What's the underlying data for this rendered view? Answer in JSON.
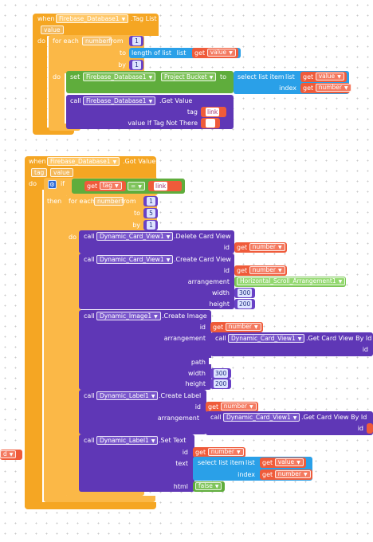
{
  "colors": {
    "event": "#f5a623",
    "control": "#fbb847",
    "component": "#5f37b6",
    "list": "#2aa0e8",
    "variable": "#ef5b3a",
    "logic": "#5fad3c"
  },
  "block1": {
    "when": "when",
    "component": "Firebase_Database1",
    "event": ".Tag List",
    "param": "value",
    "do": "do",
    "foreach": {
      "label": "for each",
      "var": "number",
      "from": "from",
      "from_val": "1",
      "to": "to",
      "by": "by",
      "by_val": "1"
    },
    "length": {
      "label": "length of list",
      "list": "list",
      "get": "get",
      "var": "value"
    },
    "set": {
      "set": "set",
      "component": "Firebase_Database1",
      "prop": "Project Bucket",
      "to": "to"
    },
    "select": {
      "label": "select list item",
      "list": "list",
      "get1": "get",
      "var1": "value",
      "index": "index",
      "get2": "get",
      "var2": "number"
    },
    "call": {
      "call": "call",
      "component": "Firebase_Database1",
      "method": ".Get Value",
      "tag": "tag",
      "tag_val": "link",
      "vit": "value If Tag Not There",
      "vit_val": " "
    }
  },
  "block2": {
    "when": "when",
    "component": "Firebase_Database1",
    "event": ".Got Value",
    "p1": "tag",
    "p2": "value",
    "do": "do",
    "if": "if",
    "then": "then",
    "cmp": {
      "get": "get",
      "var": "tag",
      "op": "=",
      "str": "link"
    },
    "foreach": {
      "label": "for each",
      "var": "number",
      "from": "from",
      "from_val": "1",
      "to": "to",
      "to_val": "5",
      "by": "by",
      "by_val": "1"
    },
    "delete": {
      "call": "call",
      "component": "Dynamic_Card_View1",
      "method": ".Delete Card View",
      "id": "id",
      "get": "get",
      "var": "number"
    },
    "create_card": {
      "call": "call",
      "component": "Dynamic_Card_View1",
      "method": ".Create Card View",
      "id": "id",
      "get": "get",
      "var": "number",
      "arrangement": "arrangement",
      "arr_val": "Horizontal_Scroll_Arrangement1",
      "width": "width",
      "width_val": "300",
      "height": "height",
      "height_val": "200"
    },
    "create_image": {
      "call": "call",
      "component": "Dynamic_Image1",
      "method": ".Create Image",
      "id": "id",
      "get": "get",
      "var": "number",
      "arrangement": "arrangement",
      "inner_call": "call",
      "inner_component": "Dynamic_Card_View1",
      "inner_method": ".Get Card View By Id",
      "inner_id": "id",
      "path": "path",
      "width": "width",
      "width_val": "300",
      "height": "height",
      "height_val": "200"
    },
    "create_label": {
      "call": "call",
      "component": "Dynamic_Label1",
      "method": ".Create Label",
      "id": "id",
      "get": "get",
      "var": "number",
      "arrangement": "arrangement",
      "inner_call": "call",
      "inner_component": "Dynamic_Card_View1",
      "inner_method": ".Get Card View By Id",
      "inner_id": "id"
    },
    "set_text": {
      "call": "call",
      "component": "Dynamic_Label1",
      "method": ".Set Text",
      "id": "id",
      "get": "get",
      "var": "number",
      "text": "text",
      "sel_label": "select list item",
      "list": "list",
      "get1": "get",
      "var1": "value",
      "index": "index",
      "get2": "get",
      "var2": "number",
      "html": "html",
      "html_val": "false"
    }
  },
  "stray": {
    "text": "d"
  }
}
